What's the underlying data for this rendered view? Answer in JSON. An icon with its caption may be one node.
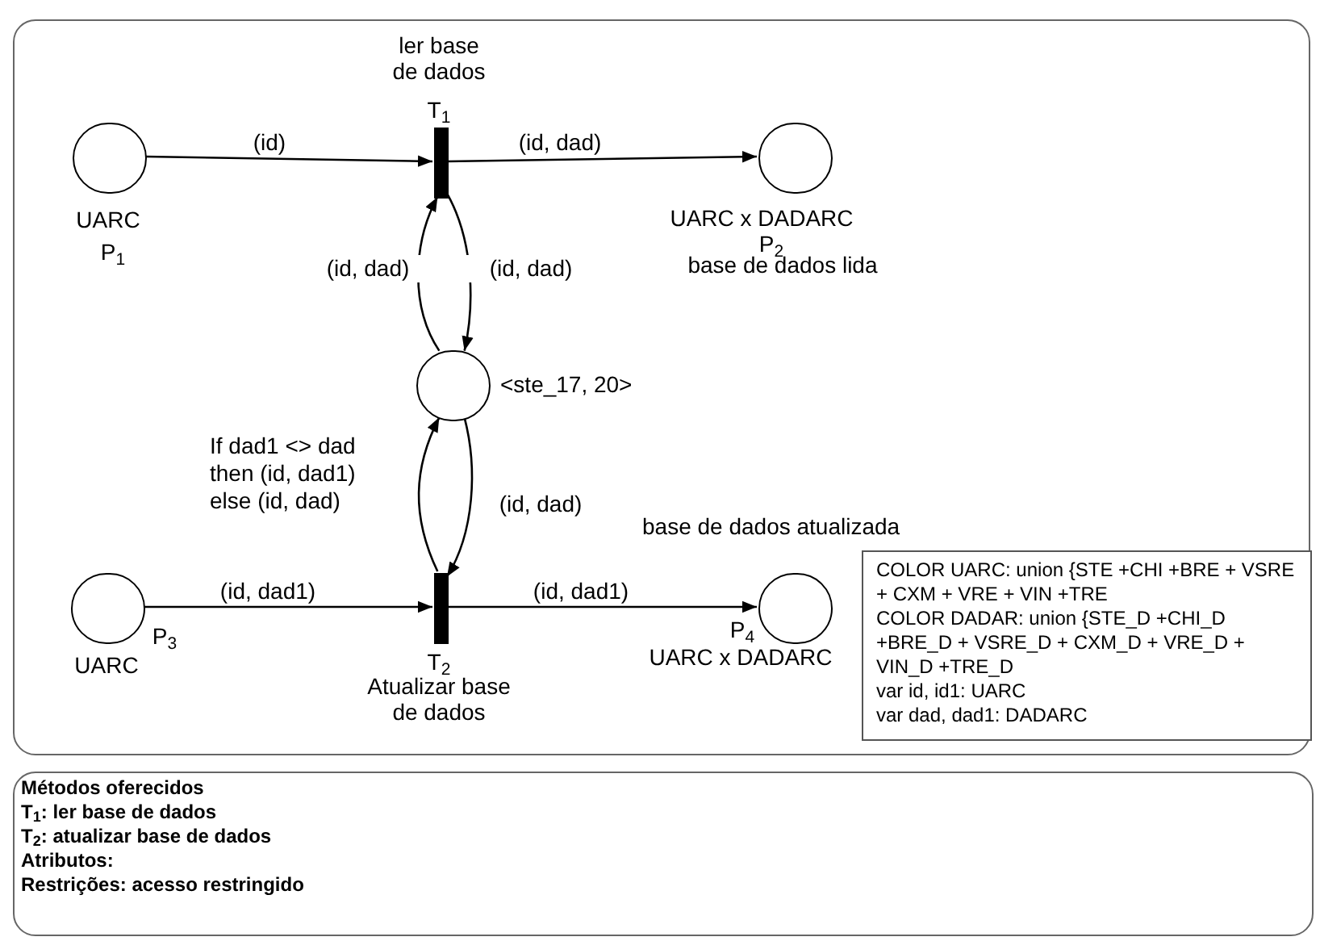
{
  "diagram": {
    "nodes": [
      {
        "text": [],
        "shape": "box"
      },
      {
        "text": [
          "Métodos oferecidos",
          "T$_{1}$: ler base de dados",
          "T$_{2}$:  atualizar base de dados",
          "Atributos:",
          "Restrições: acesso restringido"
        ]
      },
      {
        "text": [],
        "shape": "circle",
        "in": 0,
        "beside": [
          "UARC",
          "P$_{1}$"
        ]
      },
      {
        "text": [],
        "shape": "bar",
        "in": 0,
        "beside": [
          "ler base de dados",
          "T$_{1}$"
        ]
      },
      {
        "text": [],
        "shape": "circle",
        "in": 0,
        "beside": [
          "UARC x DADARC",
          "P$_{2}$",
          "base de dados lida"
        ]
      },
      {
        "text": [],
        "shape": "circle",
        "in": 0,
        "beside": [
          "<ste_17, 20>"
        ]
      },
      {
        "text": [],
        "shape": "circle",
        "in": 0,
        "beside": [
          "P$_{3}$",
          "UARC"
        ]
      },
      {
        "text": [],
        "shape": "bar",
        "in": 0,
        "beside": [
          "T$_{2}$",
          "Atualizar base de dados"
        ]
      },
      {
        "text": [],
        "shape": "circle",
        "in": 0,
        "beside": [
          "P$_{4}$",
          "UARC x DADARC"
        ]
      },
      {
        "text": [
          "COLOR UARC: union {STE +CHI +BRE + VSRE + CXM + VRE + VIN +TRE",
          "COLOR DADAR: union {STE_D +CHI_D +BRE_D + VSRE_D + CXM_D + VRE_D + VIN_D +TRE_D",
          "var id, id1: UARC",
          "var dad, dad1: DADARC"
        ],
        "in": 0
      }
    ],
    "edges": [
      {
        "from": 2,
        "to": 3,
        "arrow": "to",
        "label": "(id)"
      },
      {
        "from": 3,
        "to": 4,
        "arrow": "to",
        "label": "(id, dad)"
      },
      {
        "from": 5,
        "to": 3,
        "arrow": "to",
        "label": "(id, dad)"
      },
      {
        "from": 3,
        "to": 5,
        "arrow": "to",
        "label": "(id, dad)"
      },
      {
        "from": 7,
        "to": 5,
        "arrow": "to",
        "label": "If dad1 <> dad then (id, dad1) else (id, dad)"
      },
      {
        "from": 5,
        "to": 7,
        "arrow": "to",
        "label": "(id, dad)"
      },
      {
        "from": 6,
        "to": 7,
        "arrow": "to",
        "label": "(id, dad1)"
      },
      {
        "from": 7,
        "to": 8,
        "arrow": "to",
        "label": "(id, dad1)"
      }
    ],
    "labels": [
      "base de dados atualizada"
    ]
  }
}
